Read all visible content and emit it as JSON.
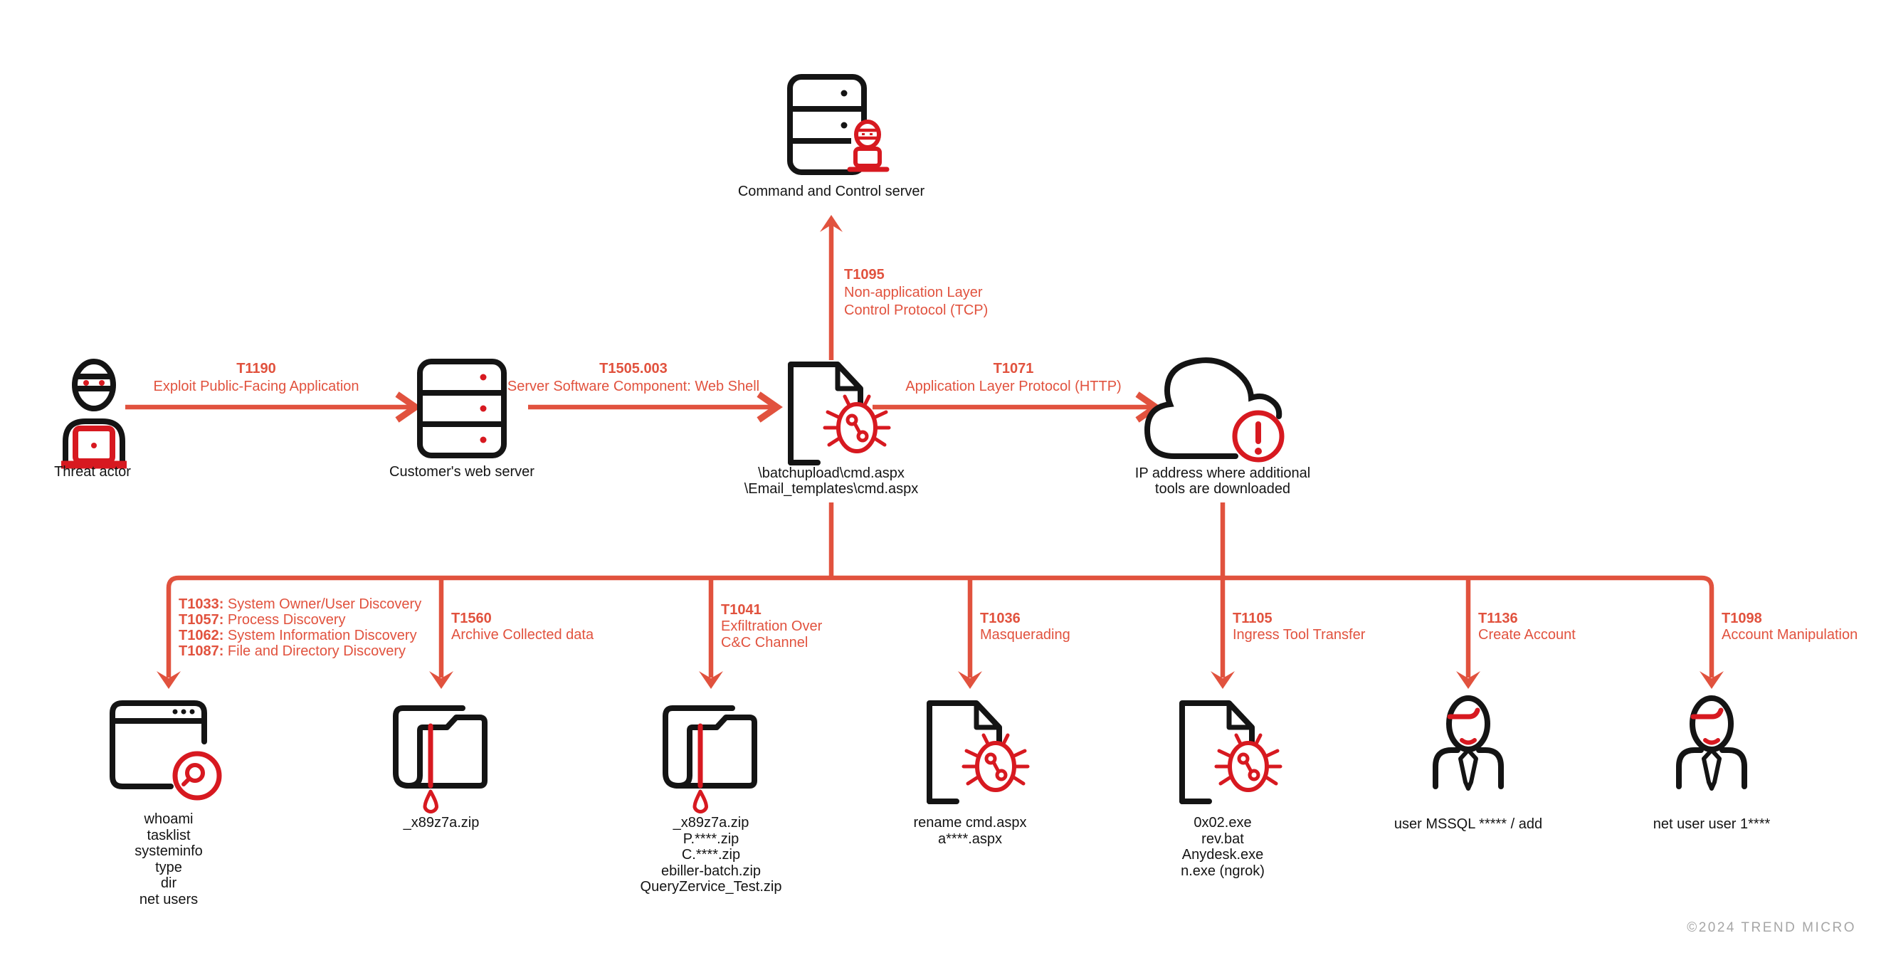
{
  "colors": {
    "accent": "#e1523e",
    "icon_red": "#d71920",
    "ink": "#141414",
    "footer_gray": "#a6a6a6"
  },
  "nodes": {
    "cc_server": {
      "label": "Command and Control server",
      "icon": "server-hacker-icon"
    },
    "threat_actor": {
      "label": "Threat actor",
      "icon": "hacker-laptop-icon"
    },
    "web_server": {
      "label": "Customer's web server",
      "icon": "server-icon"
    },
    "web_shell": {
      "lines": [
        "\\batchupload\\cmd.aspx",
        "\\Email_templates\\cmd.aspx"
      ],
      "icon": "malware-file-icon"
    },
    "ip_cloud": {
      "lines": [
        "IP address where additional",
        "tools are downloaded"
      ],
      "icon": "cloud-alert-icon"
    }
  },
  "edges": {
    "t1190": {
      "id": "T1190",
      "desc": "Exploit Public-Facing Application"
    },
    "t1505": {
      "id": "T1505.003",
      "desc": "Server Software Component: Web Shell"
    },
    "t1071": {
      "id": "T1071",
      "desc": "Application Layer Protocol (HTTP)"
    },
    "t1095": {
      "id": "T1095",
      "desc_lines": [
        "Non-application Layer",
        "Control Protocol (TCP)"
      ]
    }
  },
  "branches": [
    {
      "techniques": [
        {
          "id": "T1033:",
          "desc": " System Owner/User Discovery"
        },
        {
          "id": "T1057:",
          "desc": " Process Discovery"
        },
        {
          "id": "T1062:",
          "desc": " System Information Discovery"
        },
        {
          "id": "T1087:",
          "desc": " File and Directory Discovery"
        }
      ],
      "icon": "search-window-icon",
      "items": [
        "whoami",
        "tasklist",
        "systeminfo",
        "type",
        "dir",
        "net users"
      ]
    },
    {
      "id": "T1560",
      "desc_lines": [
        "Archive Collected data"
      ],
      "icon": "folder-leak-icon",
      "items": [
        "_x89z7a.zip"
      ]
    },
    {
      "id": "T1041",
      "desc_lines": [
        "Exfiltration Over",
        "C&C Channel"
      ],
      "icon": "folder-leak-icon",
      "items": [
        "_x89z7a.zip",
        "P.****.zip",
        "C.****.zip",
        "ebiller-batch.zip",
        "QueryZervice_Test.zip"
      ]
    },
    {
      "id": "T1036",
      "desc_lines": [
        "Masquerading"
      ],
      "icon": "malware-file-icon",
      "items": [
        "rename cmd.aspx",
        "a****.aspx"
      ]
    },
    {
      "id": "T1105",
      "desc_lines": [
        "Ingress Tool Transfer"
      ],
      "icon": "malware-file-icon",
      "items": [
        "0x02.exe",
        "rev.bat",
        "Anydesk.exe",
        "n.exe (ngrok)"
      ]
    },
    {
      "id": "T1136",
      "desc_lines": [
        "Create Account"
      ],
      "icon": "user-icon",
      "items": [
        "user MSSQL ***** / add"
      ]
    },
    {
      "id": "T1098",
      "desc_lines": [
        "Account Manipulation"
      ],
      "icon": "user-icon",
      "items": [
        "net user user 1****"
      ]
    }
  ],
  "footer": "©2024 TREND MICRO"
}
